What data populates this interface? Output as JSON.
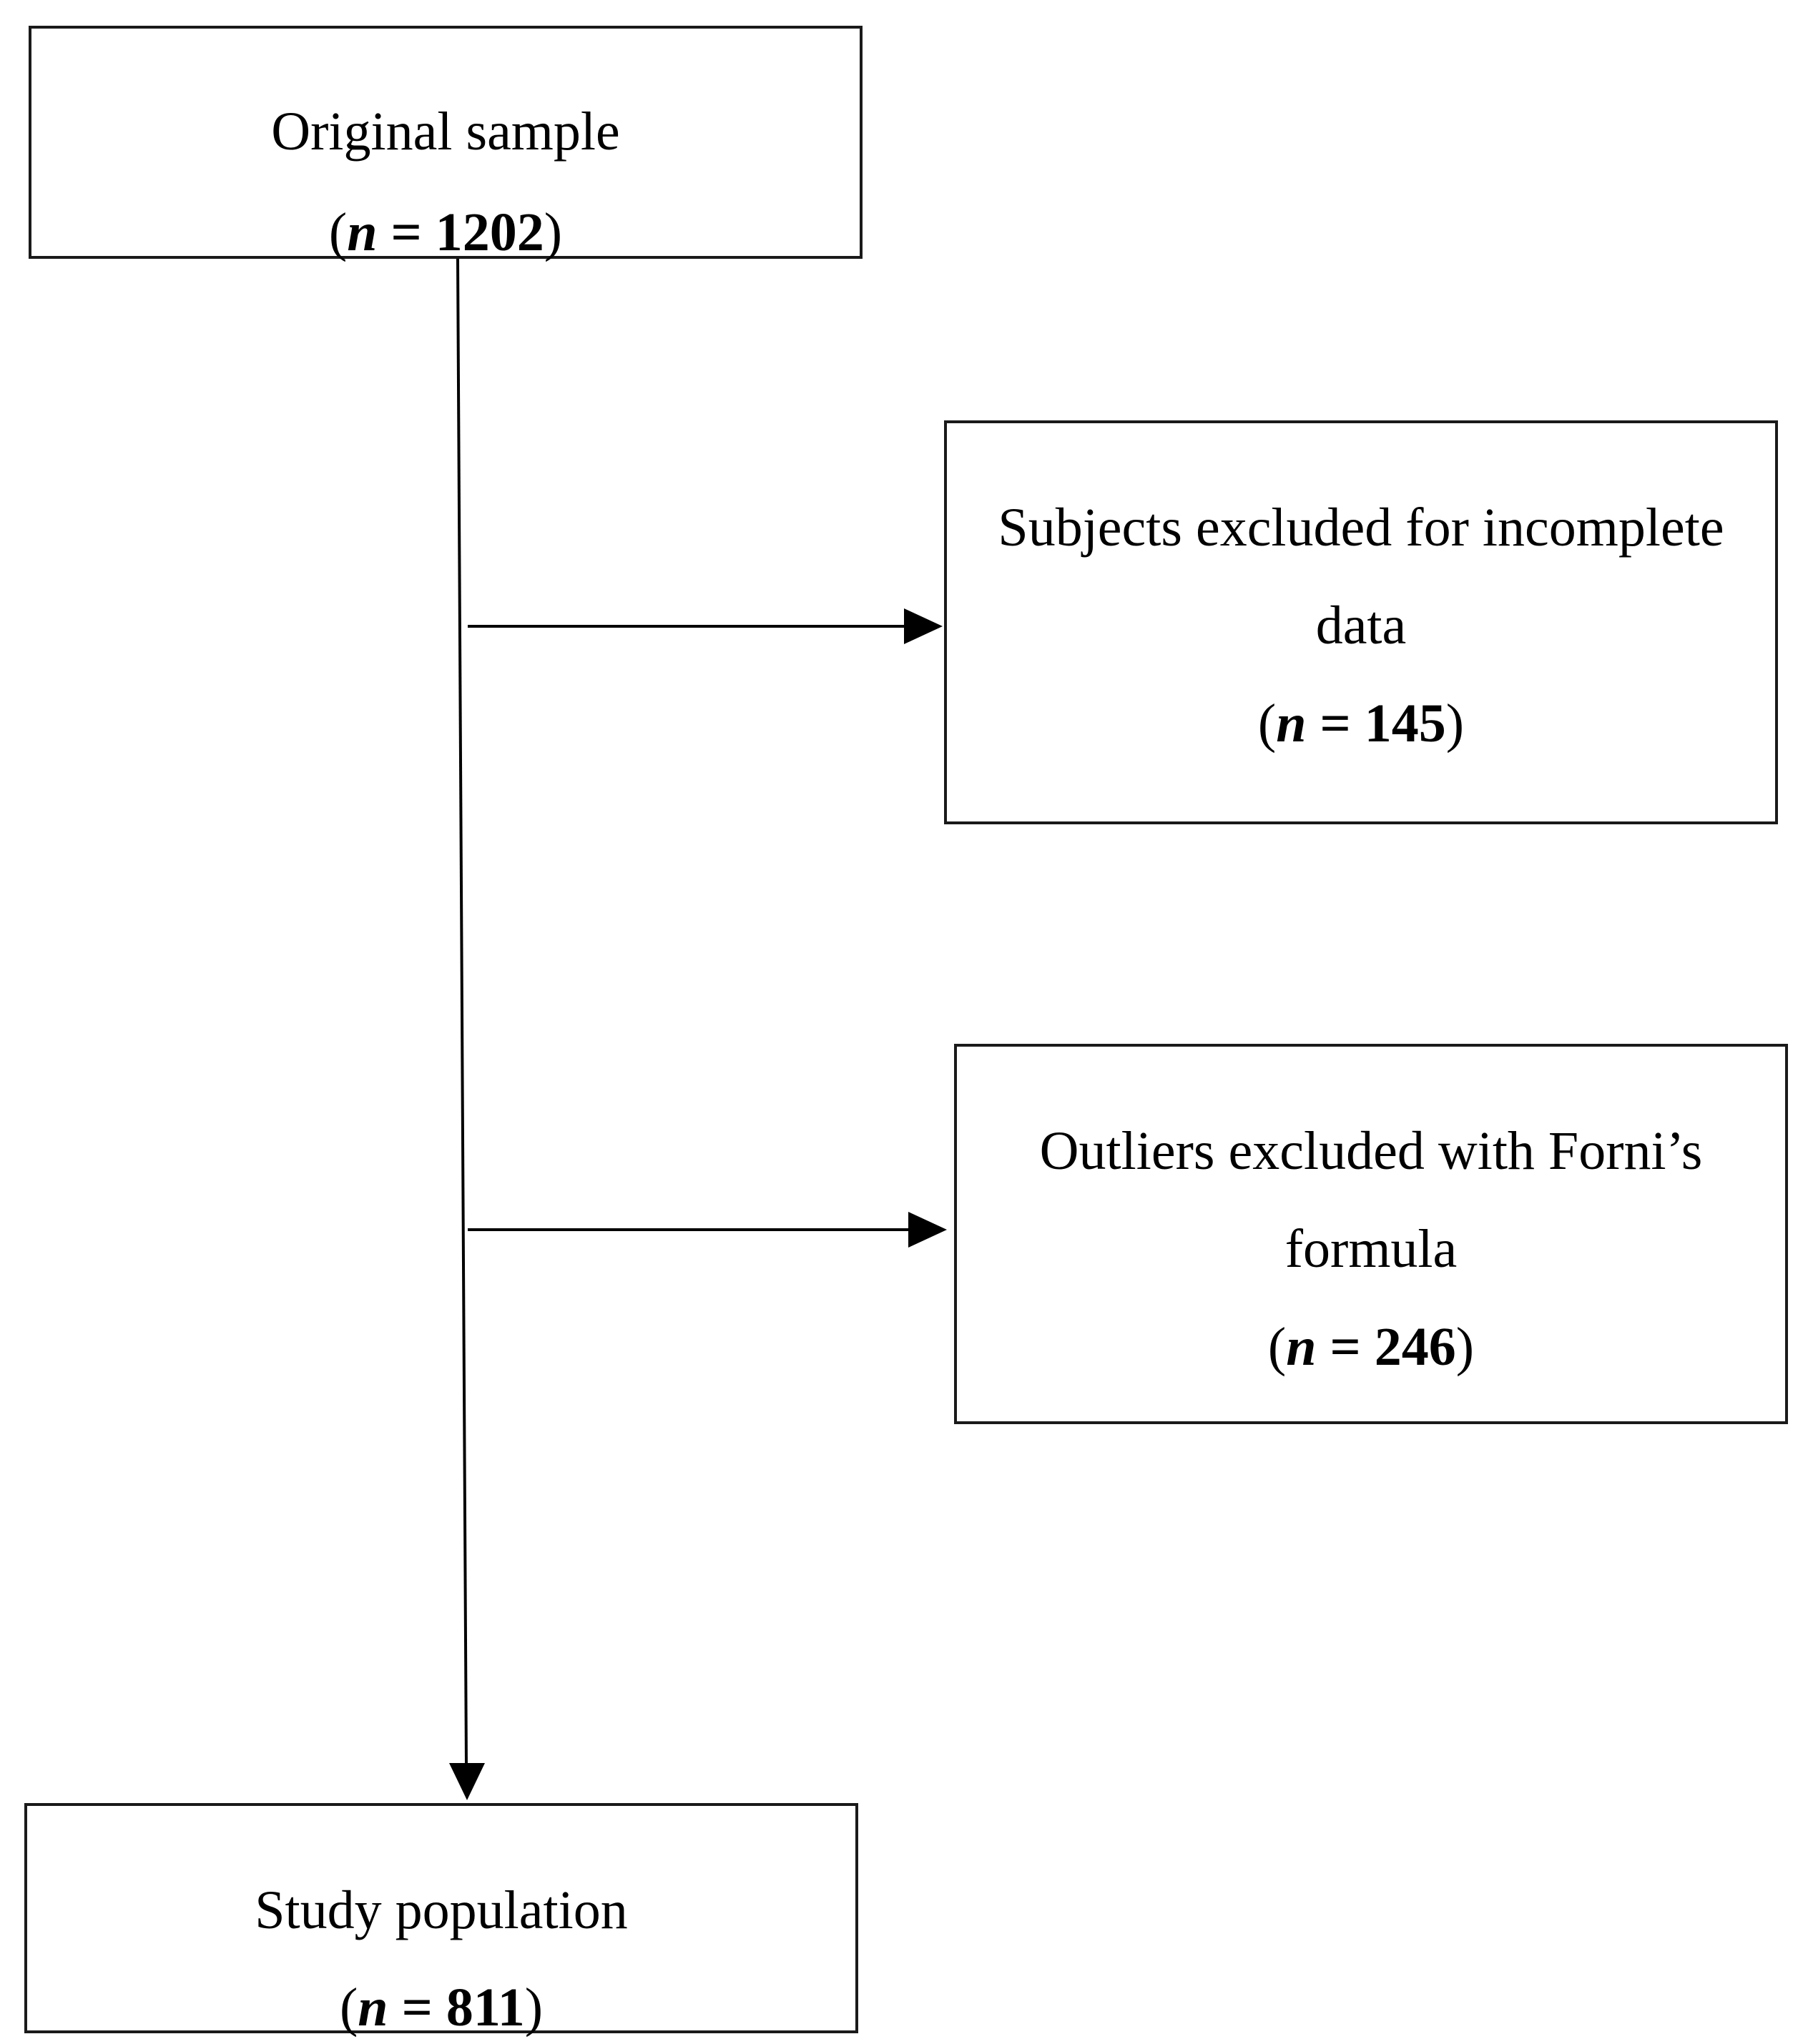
{
  "flowchart": {
    "nodes": {
      "original": {
        "label": "Original sample",
        "n_prefix": "(",
        "n_var": "n",
        "n_eq": " = ",
        "n_value": "1202",
        "n_suffix": ")"
      },
      "incomplete": {
        "label_line1": "Subjects excluded for incomplete",
        "label_line2": "data",
        "n_prefix": "(",
        "n_var": "n",
        "n_eq": " = ",
        "n_value": "145",
        "n_suffix": ")"
      },
      "outliers": {
        "label_line1": "Outliers excluded with Forni’s",
        "label_line2": "formula",
        "n_prefix": "(",
        "n_var": "n",
        "n_eq": " = ",
        "n_value": "246",
        "n_suffix": ")"
      },
      "study": {
        "label": "Study population",
        "n_prefix": "(",
        "n_var": "n",
        "n_eq": " = ",
        "n_value": "811",
        "n_suffix": ")"
      }
    },
    "edges": [
      {
        "from": "original",
        "to": "study"
      },
      {
        "from": "original",
        "to": "incomplete"
      },
      {
        "from": "original",
        "to": "outliers"
      }
    ],
    "line_color": "#000000"
  }
}
